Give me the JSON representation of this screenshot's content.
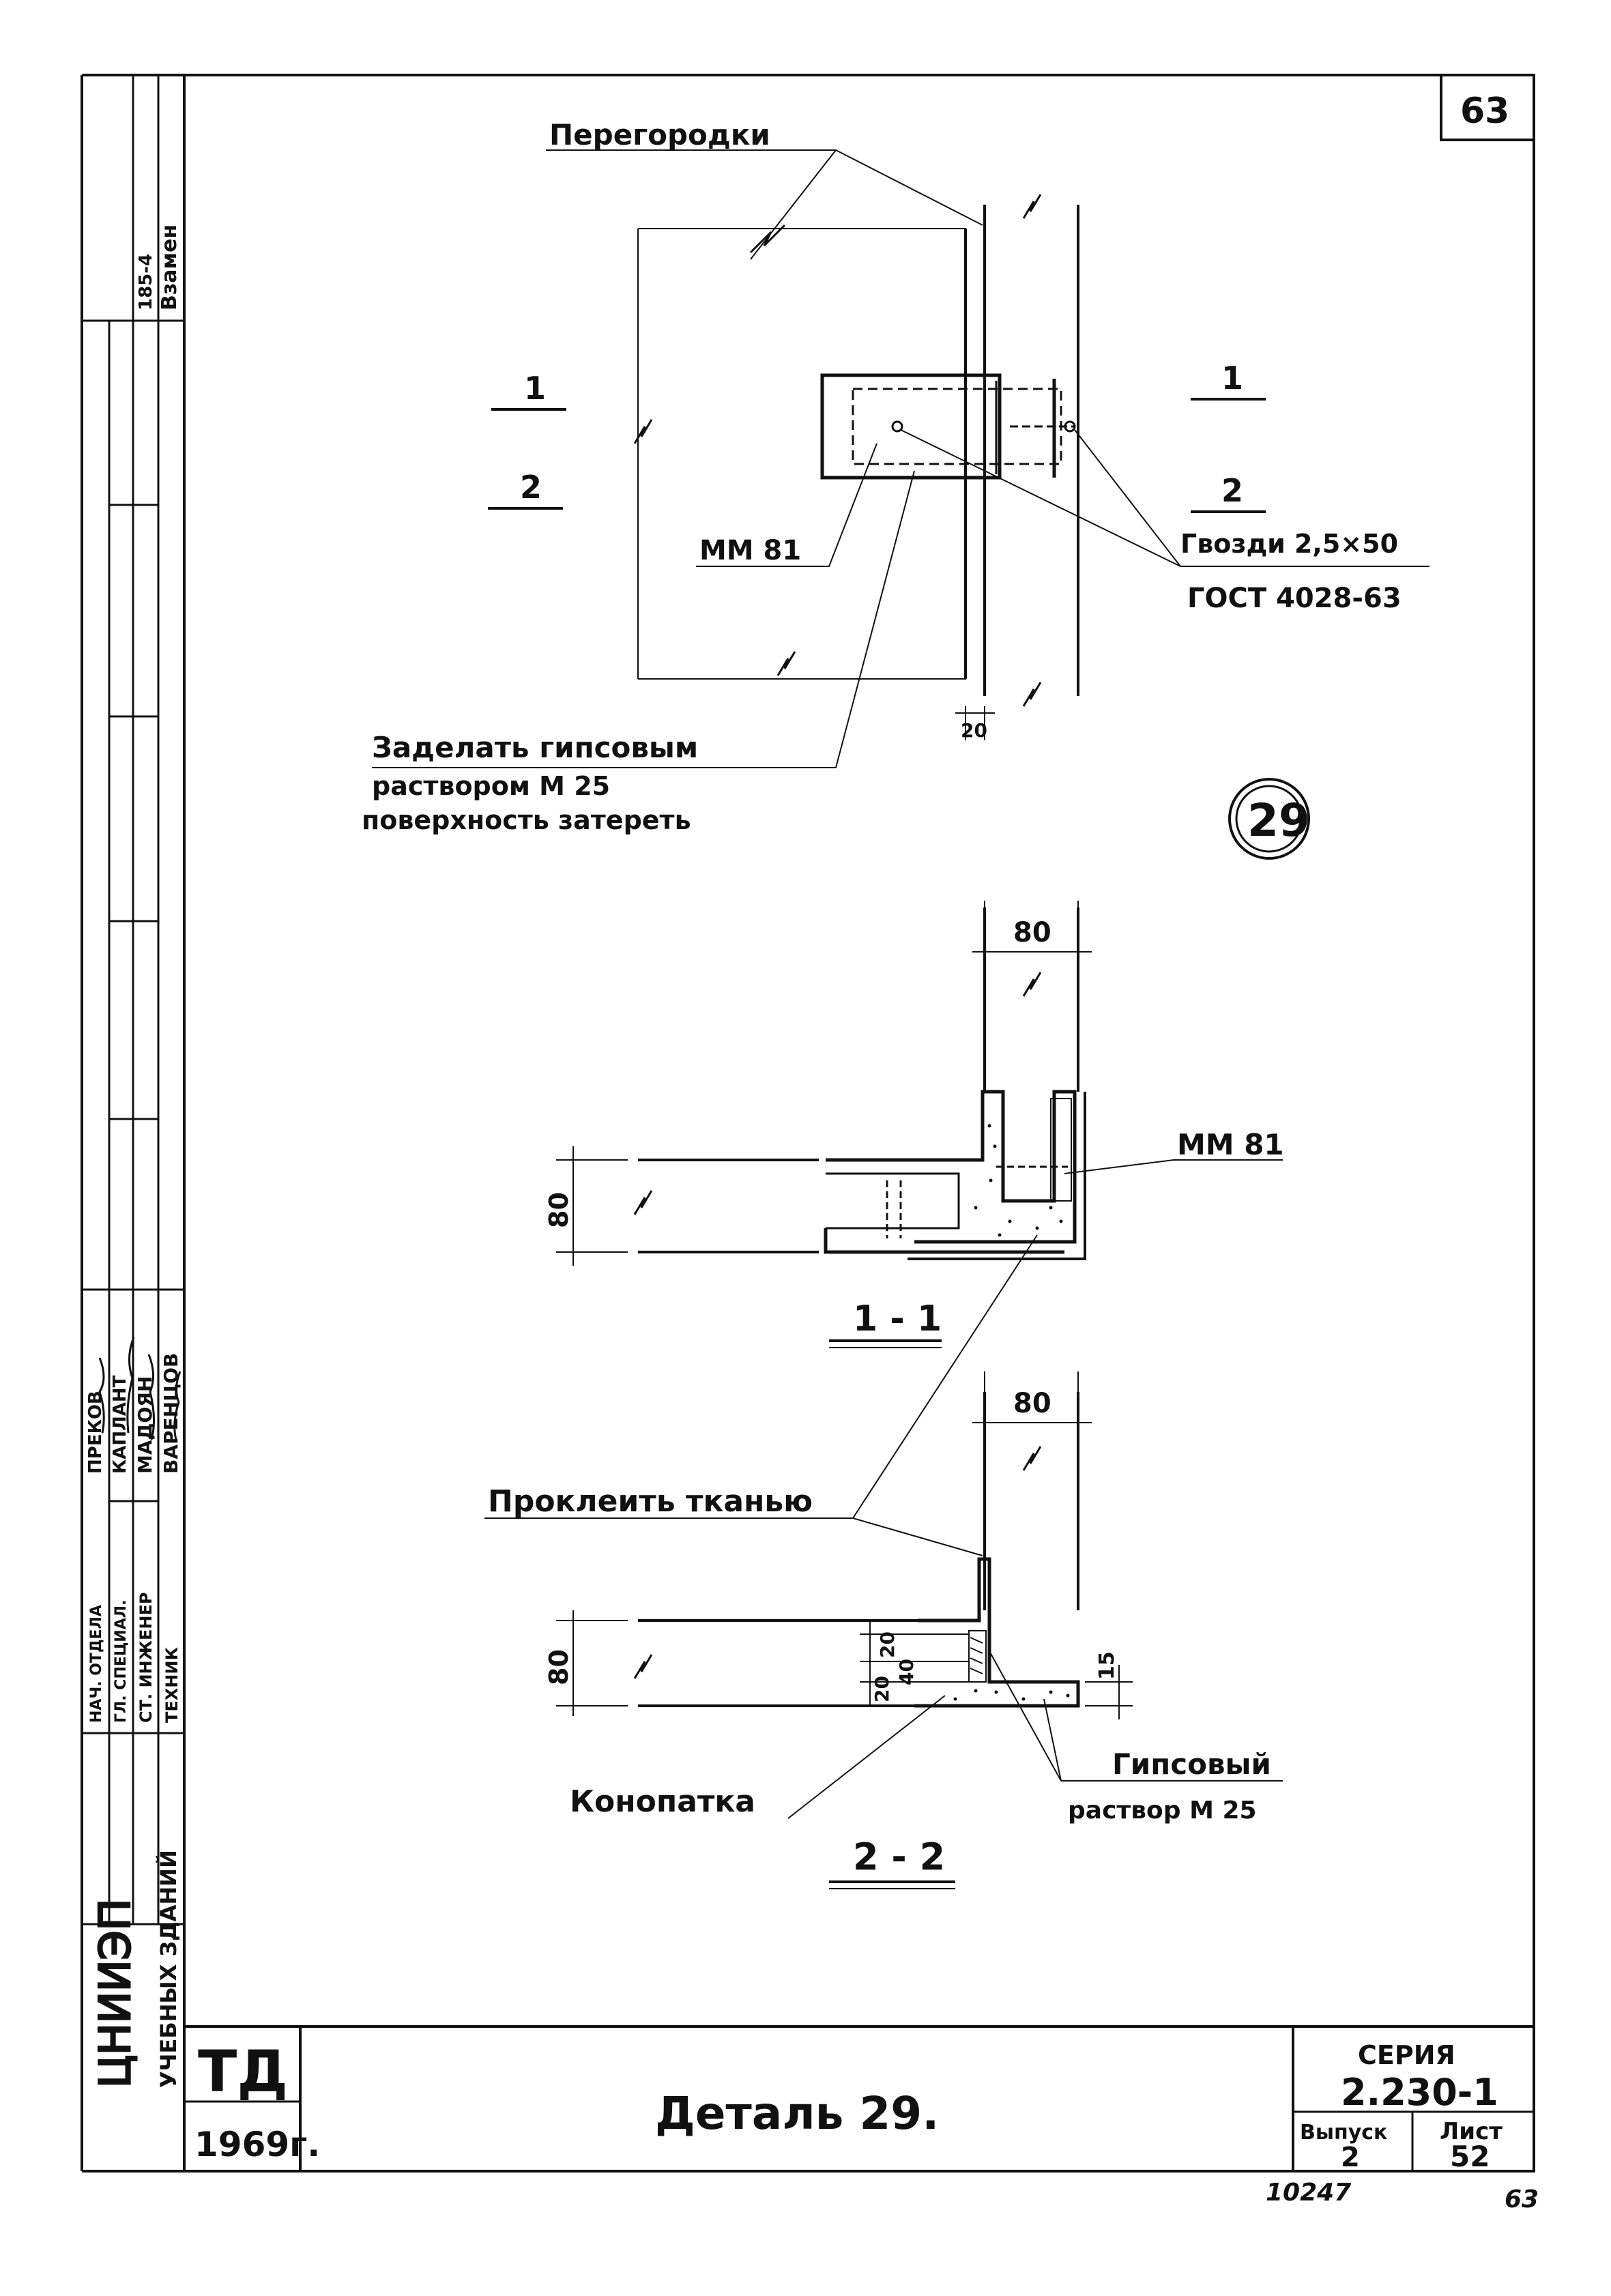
{
  "sheet_number": "63",
  "page_number_bottom": "63",
  "archive_number": "10247",
  "stamp": {
    "org_mark": "ЦНИИЭП",
    "org_subtitle": "УЧЕБНЫХ ЗДАНИЙ",
    "replaces_label": "Взамен",
    "replaces_value": "185-4"
  },
  "signatures": [
    {
      "role": "НАЧ. ОТДЕЛА",
      "name": "ПРЕКОВ"
    },
    {
      "role": "ГЛ. СПЕЦИАЛ.",
      "name": "КАПЛАНТ"
    },
    {
      "role": "СТ. ИНЖЕНЕР",
      "name": "МАДОЯН"
    },
    {
      "role": "ТЕХНИК",
      "name": "ВАРЕНЦОВ"
    }
  ],
  "plan": {
    "label_partitions": "Перегородки",
    "label_mm81": "ММ 81",
    "label_nails": "Гвозди  2,5×50",
    "label_gost": "ГОСТ 4028-63",
    "label_fill_1": "Заделать гипсовым",
    "label_fill_2": "раствором   М 25",
    "label_fill_3": "поверхность   затереть",
    "dim_20": "20",
    "section_1_left": "1",
    "section_2_left": "2",
    "section_1_right": "1",
    "section_2_right": "2"
  },
  "detail_number": "29",
  "section_1_1": {
    "title": "1 - 1",
    "dim_top": "80",
    "dim_left": "80",
    "label_mm81": "ММ 81"
  },
  "section_2_2": {
    "title": "2 - 2",
    "dim_top": "80",
    "dim_left": "80",
    "dim_20a": "20",
    "dim_20b": "20",
    "dim_40": "40",
    "dim_15": "15",
    "label_glue": "Проклеить  тканью",
    "label_caulk": "Конопатка",
    "label_plaster_1": "Гипсовый",
    "label_plaster_2": "раствор   М 25"
  },
  "title_block": {
    "code": "ТД",
    "year": "1969г.",
    "title": "Деталь 29.",
    "series_label": "СЕРИЯ",
    "series_value": "2.230-1",
    "issue_label": "Выпуск",
    "issue_value": "2",
    "sheet_label": "Лист",
    "sheet_value": "52"
  }
}
